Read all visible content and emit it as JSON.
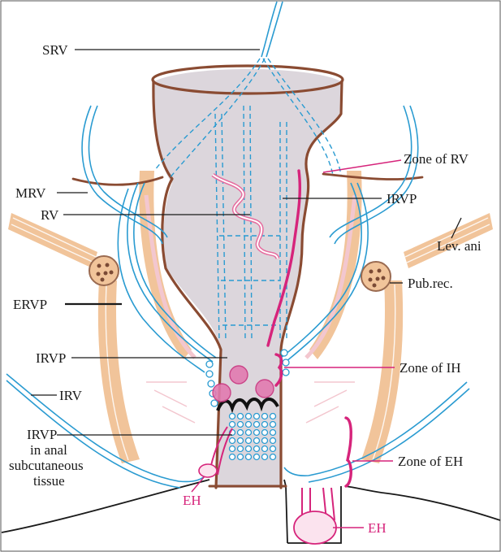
{
  "labels": {
    "srv": "SRV",
    "mrv": "MRV",
    "rv": "RV",
    "ervp": "ERVP",
    "irvp_left": "IRVP",
    "irv": "IRV",
    "irvp_sub_1": "IRVP",
    "irvp_sub_2": "in anal",
    "irvp_sub_3": "subcutaneous",
    "irvp_sub_4": "tissue",
    "eh_left": "EH",
    "zone_rv": "Zone of RV",
    "irvp_right": "IRVP",
    "lev_ani": "Lev. ani",
    "pub_rec": "Pub.rec.",
    "zone_ih": "Zone of IH",
    "zone_eh": "Zone of EH",
    "eh_right": "EH"
  },
  "colors": {
    "vein": "#2a9bd1",
    "wall": "#8a4b32",
    "muscle": "#f1c49a",
    "zone": "#d6247b",
    "lumen": "#dcd6dc",
    "hemorrhoid": "#e27bb0"
  }
}
